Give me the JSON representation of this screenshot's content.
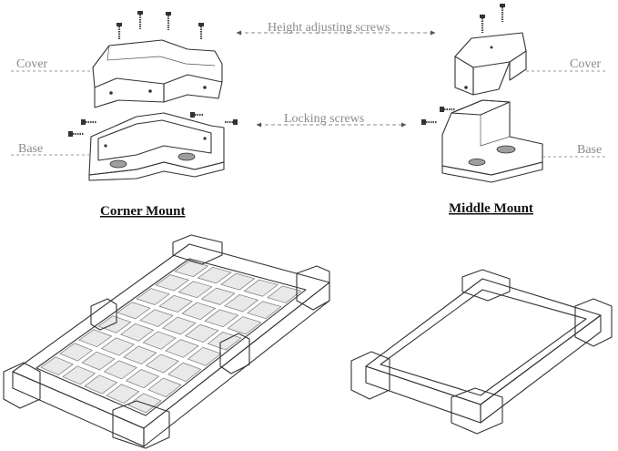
{
  "labels": {
    "height_screws": "Height adjusting screws",
    "locking_screws": "Locking screws",
    "cover_left": "Cover",
    "base_left": "Base",
    "cover_right": "Cover",
    "base_right": "Base",
    "corner_mount": "Corner Mount",
    "middle_mount": "Middle Mount"
  },
  "colors": {
    "line": "#333333",
    "label": "#8a8a8a",
    "title": "#111111",
    "fill_light": "#f2f2f2",
    "fill_mid": "#d9d9d9",
    "fill_dark": "#bdbdbd"
  }
}
